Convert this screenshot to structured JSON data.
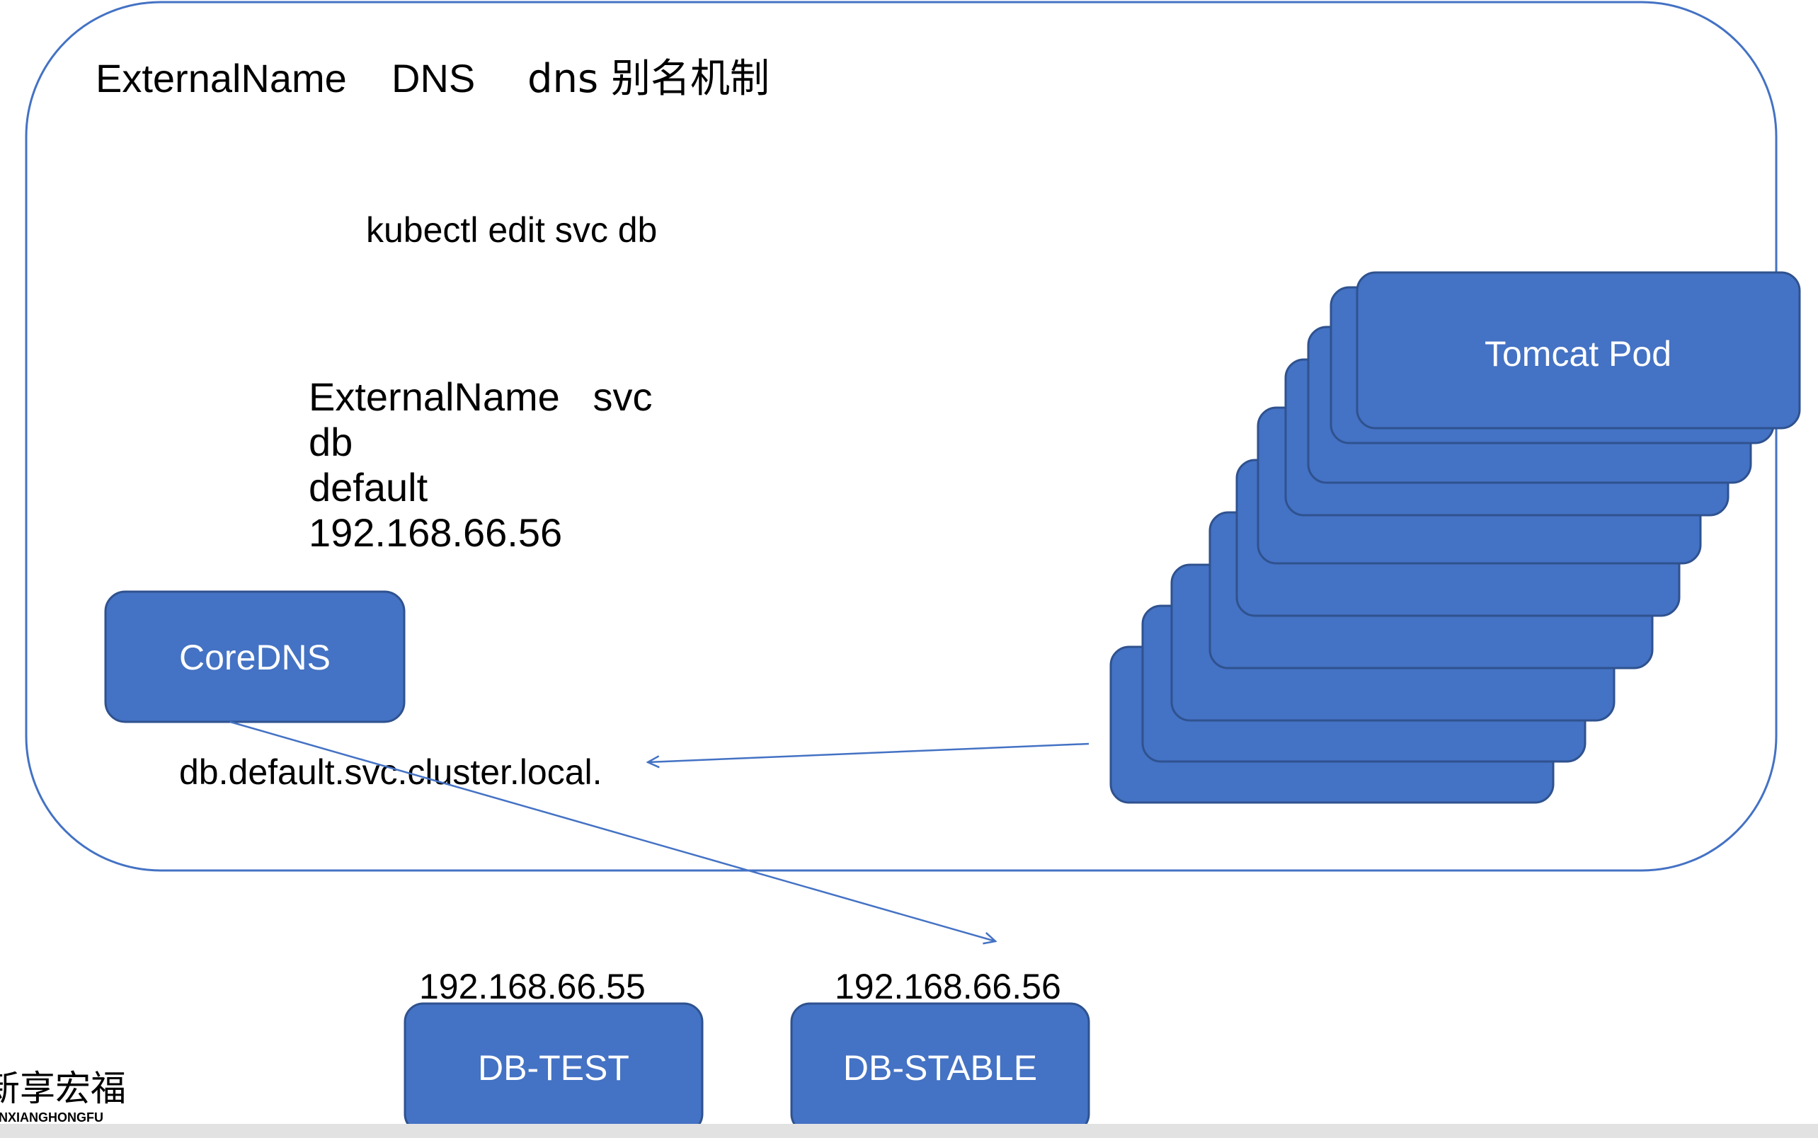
{
  "title": {
    "part1": "ExternalName",
    "part2": "DNS",
    "part3": "dns 别名机制"
  },
  "command": "kubectl edit svc db",
  "svc_info": [
    "ExternalName   svc",
    "db",
    "default",
    "192.168.66.56"
  ],
  "coredns_label": "CoreDNS",
  "dns_name": "db.default.svc.cluster.local.",
  "tomcat_label": "Tomcat Pod",
  "db_test": {
    "ip": "192.168.66.55",
    "label": "DB-TEST"
  },
  "db_stable": {
    "ip": "192.168.66.56",
    "label": "DB-STABLE"
  },
  "logo": {
    "cn": "新享宏福",
    "en": "NXIANGHONGFU"
  },
  "colors": {
    "box_fill": "#4472C4",
    "box_stroke": "#2F528F",
    "frame_stroke": "#4472C4",
    "arrow": "#4472C4"
  }
}
